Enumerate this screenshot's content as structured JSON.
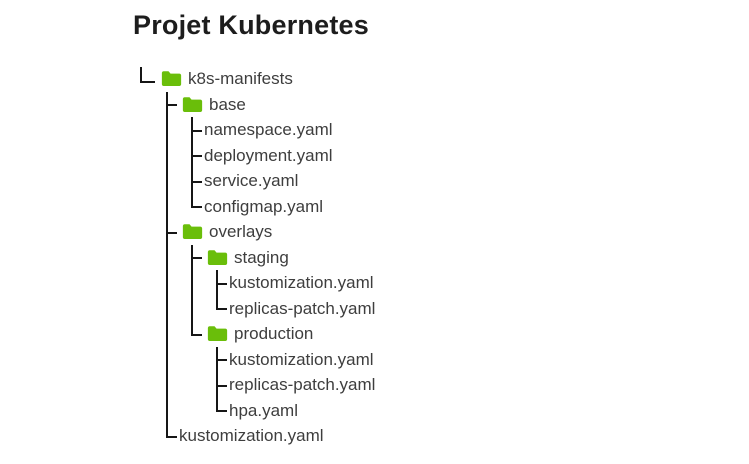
{
  "page": {
    "title": "Projet Kubernetes"
  },
  "colors": {
    "folder": "#6abe0a",
    "line": "#161616",
    "text": "#3e3e3e",
    "title": "#1d1d1d",
    "bg": "#ffffff"
  },
  "icons": {
    "folder": "folder-icon"
  },
  "tree": {
    "name": "k8s-manifests",
    "type": "folder",
    "children": [
      {
        "name": "base",
        "type": "folder",
        "children": [
          {
            "name": "namespace.yaml",
            "type": "file"
          },
          {
            "name": "deployment.yaml",
            "type": "file"
          },
          {
            "name": "service.yaml",
            "type": "file"
          },
          {
            "name": "configmap.yaml",
            "type": "file"
          }
        ]
      },
      {
        "name": "overlays",
        "type": "folder",
        "children": [
          {
            "name": "staging",
            "type": "folder",
            "children": [
              {
                "name": "kustomization.yaml",
                "type": "file"
              },
              {
                "name": "replicas-patch.yaml",
                "type": "file"
              }
            ]
          },
          {
            "name": "production",
            "type": "folder",
            "children": [
              {
                "name": "kustomization.yaml",
                "type": "file"
              },
              {
                "name": "replicas-patch.yaml",
                "type": "file"
              },
              {
                "name": "hpa.yaml",
                "type": "file"
              }
            ]
          }
        ]
      },
      {
        "name": "kustomization.yaml",
        "type": "file"
      }
    ]
  }
}
